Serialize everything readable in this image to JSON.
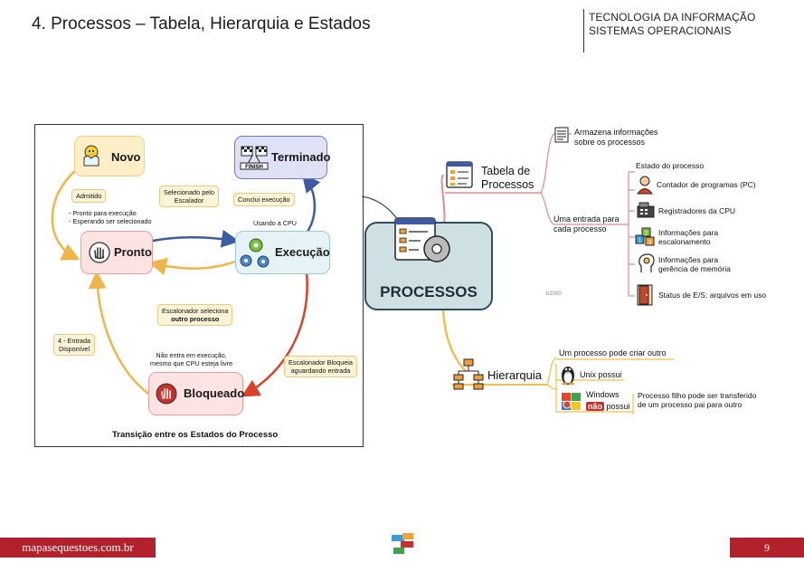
{
  "header": {
    "title": "4.  Processos – Tabela, Hierarquia e Estados",
    "subject_line1": "TECNOLOGIA DA INFORMAÇÃO",
    "subject_line2": "SISTEMAS OPERACIONAIS"
  },
  "state_diagram": {
    "states": {
      "novo": "Novo",
      "terminado": "Terminado",
      "pronto": "Pronto",
      "execucao": "Execução",
      "bloqueado": "Bloqueado"
    },
    "notes": {
      "admitido": "Admitido",
      "selecionado_line1": "Selecionado pelo",
      "selecionado_line2": "Escalador",
      "conclui": "Conclui execução",
      "escalonador_sel_line1": "Escalonador seleciona",
      "escalonador_sel_line2": "outro processo",
      "entrada_line1": "4 - Entrada",
      "entrada_line2": "Disponível",
      "bloqueia_line1": "Escalonador Bloqueia",
      "bloqueia_line2": "aguardando entrada"
    },
    "texts": {
      "pronto_exec": "- Pronto para execução",
      "esperando": "- Esperando ser selecionado",
      "usando_cpu": "Usando a CPU",
      "nao_entra_line1": "Não entra em execução,",
      "nao_entra_line2": "mesmo que CPU esteja livre"
    },
    "caption": "Transição entre os Estados do Processo"
  },
  "mindmap": {
    "center": "PROCESSOS",
    "tabela_line1": "Tabela de",
    "tabela_line2": "Processos",
    "armazena_line1": "Armazena informações",
    "armazena_line2": "sobre os processos",
    "entrada_line1": "Uma entrada para",
    "entrada_line2": "cada processo",
    "estado": "Estado do processo",
    "contador": "Contador de programas (PC)",
    "registradores": "Registradores da CPU",
    "escal_line1": "Informações para",
    "escal_line2": "escalonamento",
    "memoria_line1": "Informações para",
    "memoria_line2": "gerência de memória",
    "status": "Status de E/S: arquivos em uso",
    "code": "b2000",
    "hierarquia": "Hierarquia",
    "pode_criar": "Um processo pode criar outro",
    "unix": "Unix possui",
    "windows": "Windows",
    "nao": "não",
    "possui": "possui",
    "filho_line1": "Processo filho pode ser transferido",
    "filho_line2": "de um processo pai para outro"
  },
  "footer": {
    "site": "mapasequestoes.com.br",
    "page": "9"
  },
  "colors": {
    "brand_red": "#b3222c",
    "arrow_blue": "#3d5ba5",
    "arrow_yellow": "#f0b54a",
    "arrow_red": "#d9432a",
    "center_fill": "#cfe0e3"
  }
}
